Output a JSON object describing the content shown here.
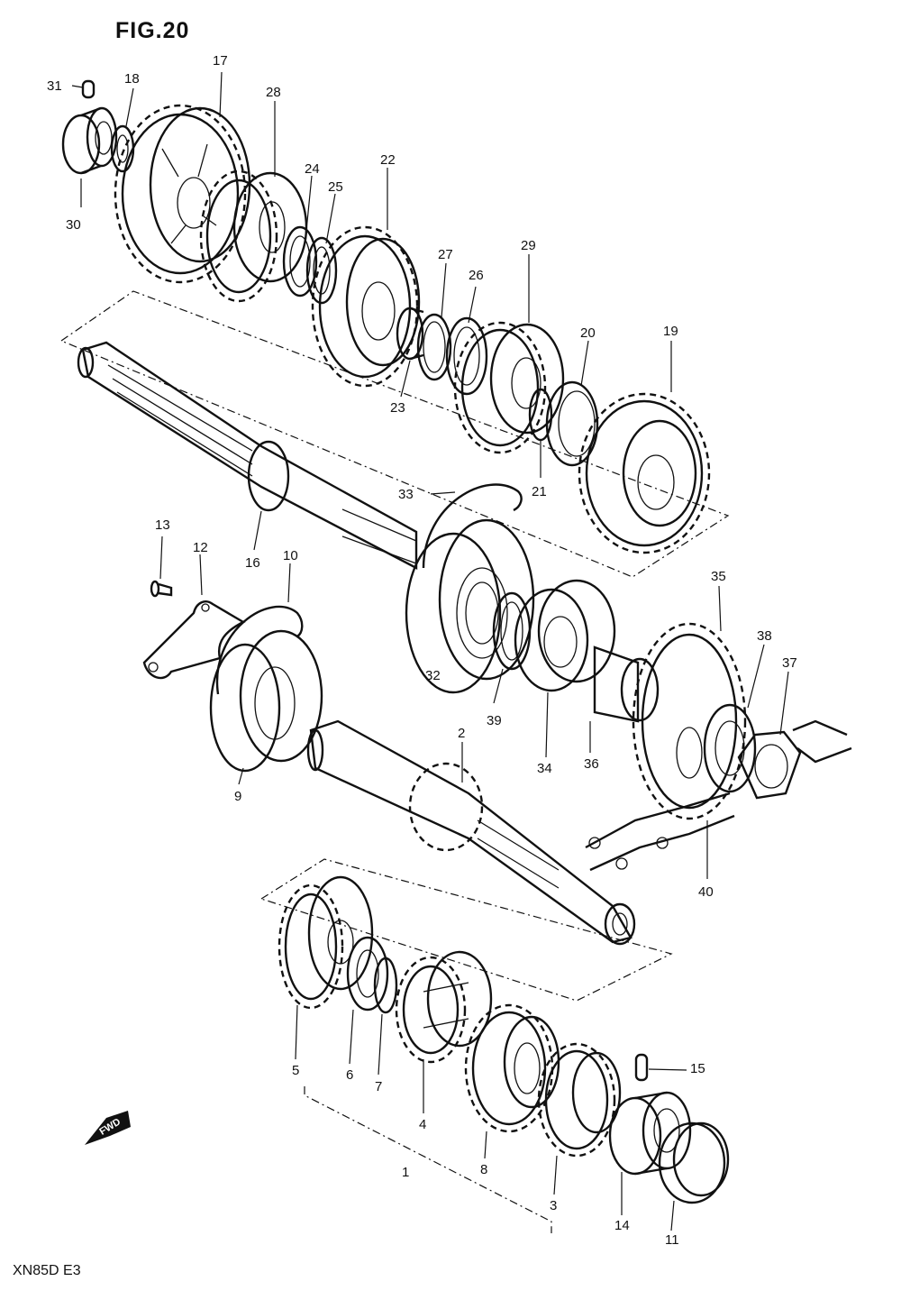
{
  "figure": {
    "title": "FIG.20",
    "model_code": "XN85D  E3",
    "fwd_label": "FWD"
  },
  "callouts": {
    "c1": "1",
    "c2": "2",
    "c3": "3",
    "c4": "4",
    "c5": "5",
    "c6": "6",
    "c7": "7",
    "c8": "8",
    "c9": "9",
    "c10": "10",
    "c11": "11",
    "c12": "12",
    "c13": "13",
    "c14": "14",
    "c15": "15",
    "c16": "16",
    "c17": "17",
    "c18": "18",
    "c19": "19",
    "c20": "20",
    "c21": "21",
    "c22": "22",
    "c23": "23",
    "c24": "24",
    "c25": "25",
    "c26": "26",
    "c27": "27",
    "c28": "28",
    "c29": "29",
    "c30": "30",
    "c31": "31",
    "c32": "32",
    "c33": "33",
    "c34": "34",
    "c35": "35",
    "c36": "36",
    "c37": "37",
    "c38": "38",
    "c39": "39",
    "c40": "40"
  }
}
